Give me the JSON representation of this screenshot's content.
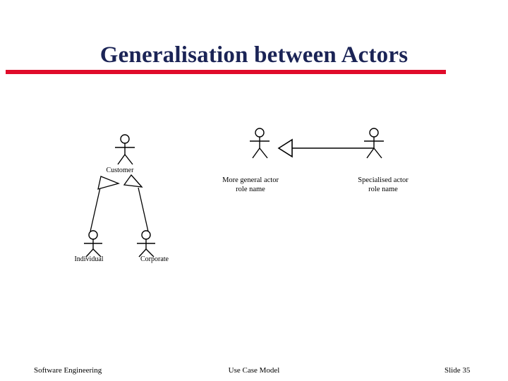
{
  "slide": {
    "title": "Generalisation between Actors",
    "title_color": "#1b2456",
    "rule_color": "#e00b2a",
    "background": "#ffffff"
  },
  "diagram": {
    "type": "uml-use-case-actor-generalisation",
    "stroke_color": "#000000",
    "left_example": {
      "parent_actor_label": "Customer",
      "child_actor_labels": [
        "Individual",
        "Corporate"
      ],
      "relationship": "generalisation"
    },
    "right_example": {
      "general_actor_label_line1": "More general actor",
      "general_actor_label_line2": "role name",
      "specialised_actor_label_line1": "Specialised actor",
      "specialised_actor_label_line2": "role name",
      "relationship": "generalisation"
    }
  },
  "footer": {
    "left": "Software Engineering",
    "center": "Use Case Model",
    "right": "Slide  35"
  }
}
